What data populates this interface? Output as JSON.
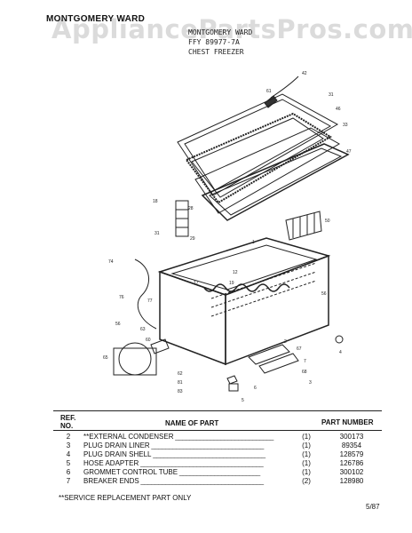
{
  "header": {
    "brand": "MONTGOMERY WARD",
    "watermark": "AppliancePartsPros.com",
    "model_lines": [
      "MONTGOMERY WARD",
      "FFY 89977-7A",
      "CHEST FREEZER"
    ]
  },
  "diagram": {
    "callouts": [
      "61",
      "42",
      "31",
      "46",
      "33",
      "47",
      "18",
      "28",
      "31",
      "29",
      "50",
      "1",
      "74",
      "12",
      "19",
      "17",
      "76",
      "77",
      "56",
      "56",
      "63",
      "60",
      "65",
      "2",
      "4",
      "67",
      "7",
      "68",
      "3",
      "62",
      "81",
      "83",
      "5",
      "6"
    ]
  },
  "table": {
    "ref_header_1": "REF.",
    "ref_header_2": "NO.",
    "name_header": "NAME OF PART",
    "pn_header": "PART NUMBER",
    "rows": [
      {
        "ref": "2",
        "name": "**EXTERNAL CONDENSER",
        "qty": "(1)",
        "pn": "300173"
      },
      {
        "ref": "3",
        "name": "PLUG DRAIN LINER",
        "qty": "(1)",
        "pn": "89354"
      },
      {
        "ref": "4",
        "name": "PLUG DRAIN SHELL",
        "qty": "(1)",
        "pn": "128579"
      },
      {
        "ref": "5",
        "name": "HOSE ADAPTER",
        "qty": "(1)",
        "pn": "126786"
      },
      {
        "ref": "6",
        "name": "GROMMET CONTROL TUBE",
        "qty": "(1)",
        "pn": "300102"
      },
      {
        "ref": "7",
        "name": "BREAKER ENDS",
        "qty": "(2)",
        "pn": "128980"
      }
    ]
  },
  "footnote": "**SERVICE REPLACEMENT PART ONLY",
  "date": "5/87"
}
